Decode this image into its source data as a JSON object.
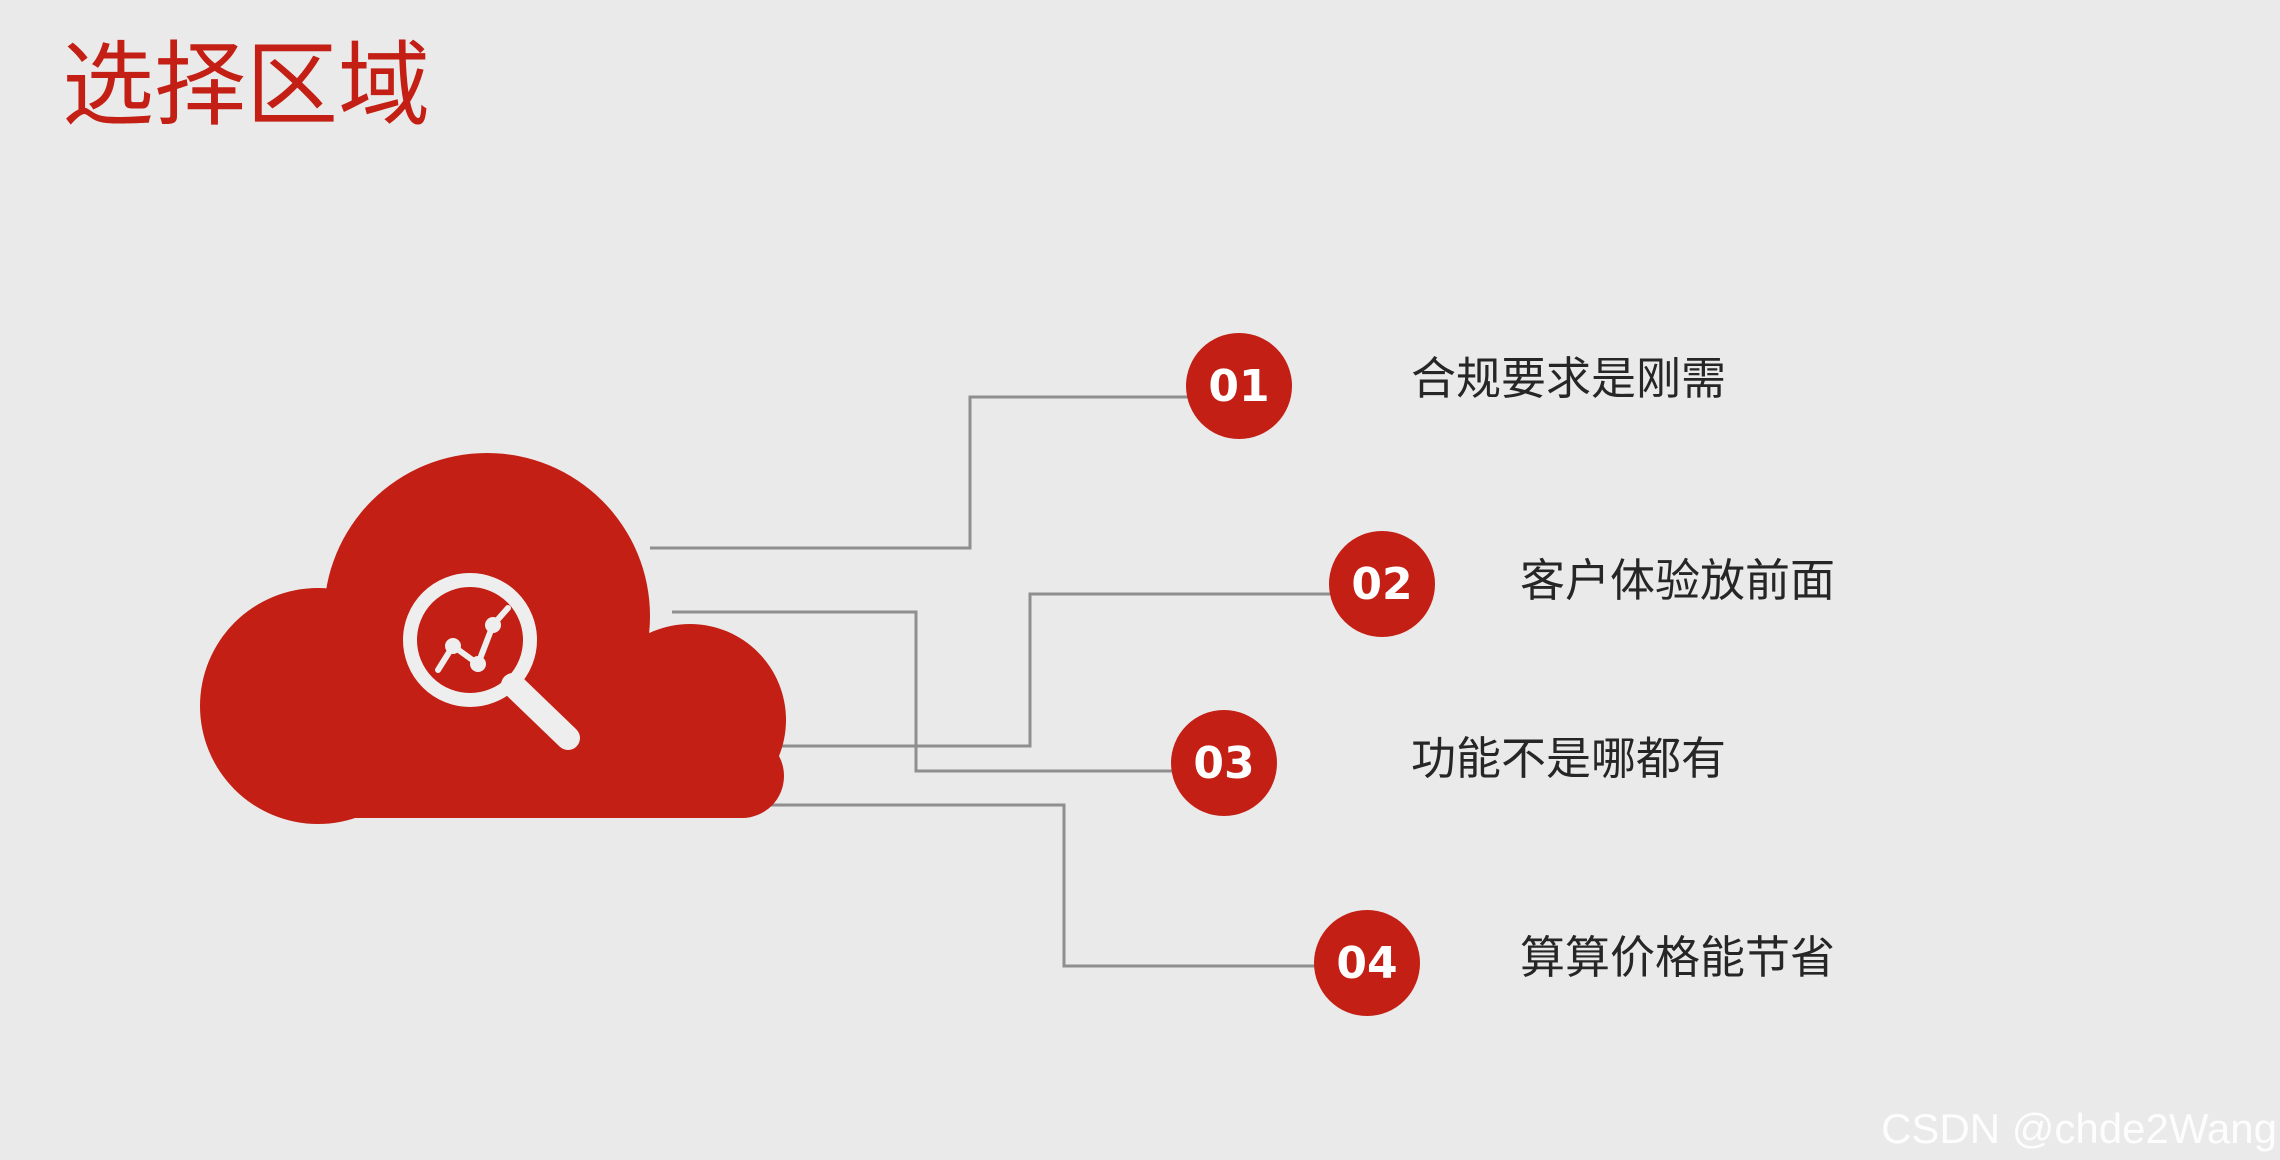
{
  "slide": {
    "title": "选择区域",
    "accent_color": "#c41f14",
    "background_color": "#eaeaea",
    "icon": "cloud-search-analytics-icon"
  },
  "items": [
    {
      "number": "01",
      "label": "合规要求是刚需"
    },
    {
      "number": "02",
      "label": "客户体验放前面"
    },
    {
      "number": "03",
      "label": "功能不是哪都有"
    },
    {
      "number": "04",
      "label": "算算价格能节省"
    }
  ],
  "watermark": "CSDN @chde2Wang"
}
